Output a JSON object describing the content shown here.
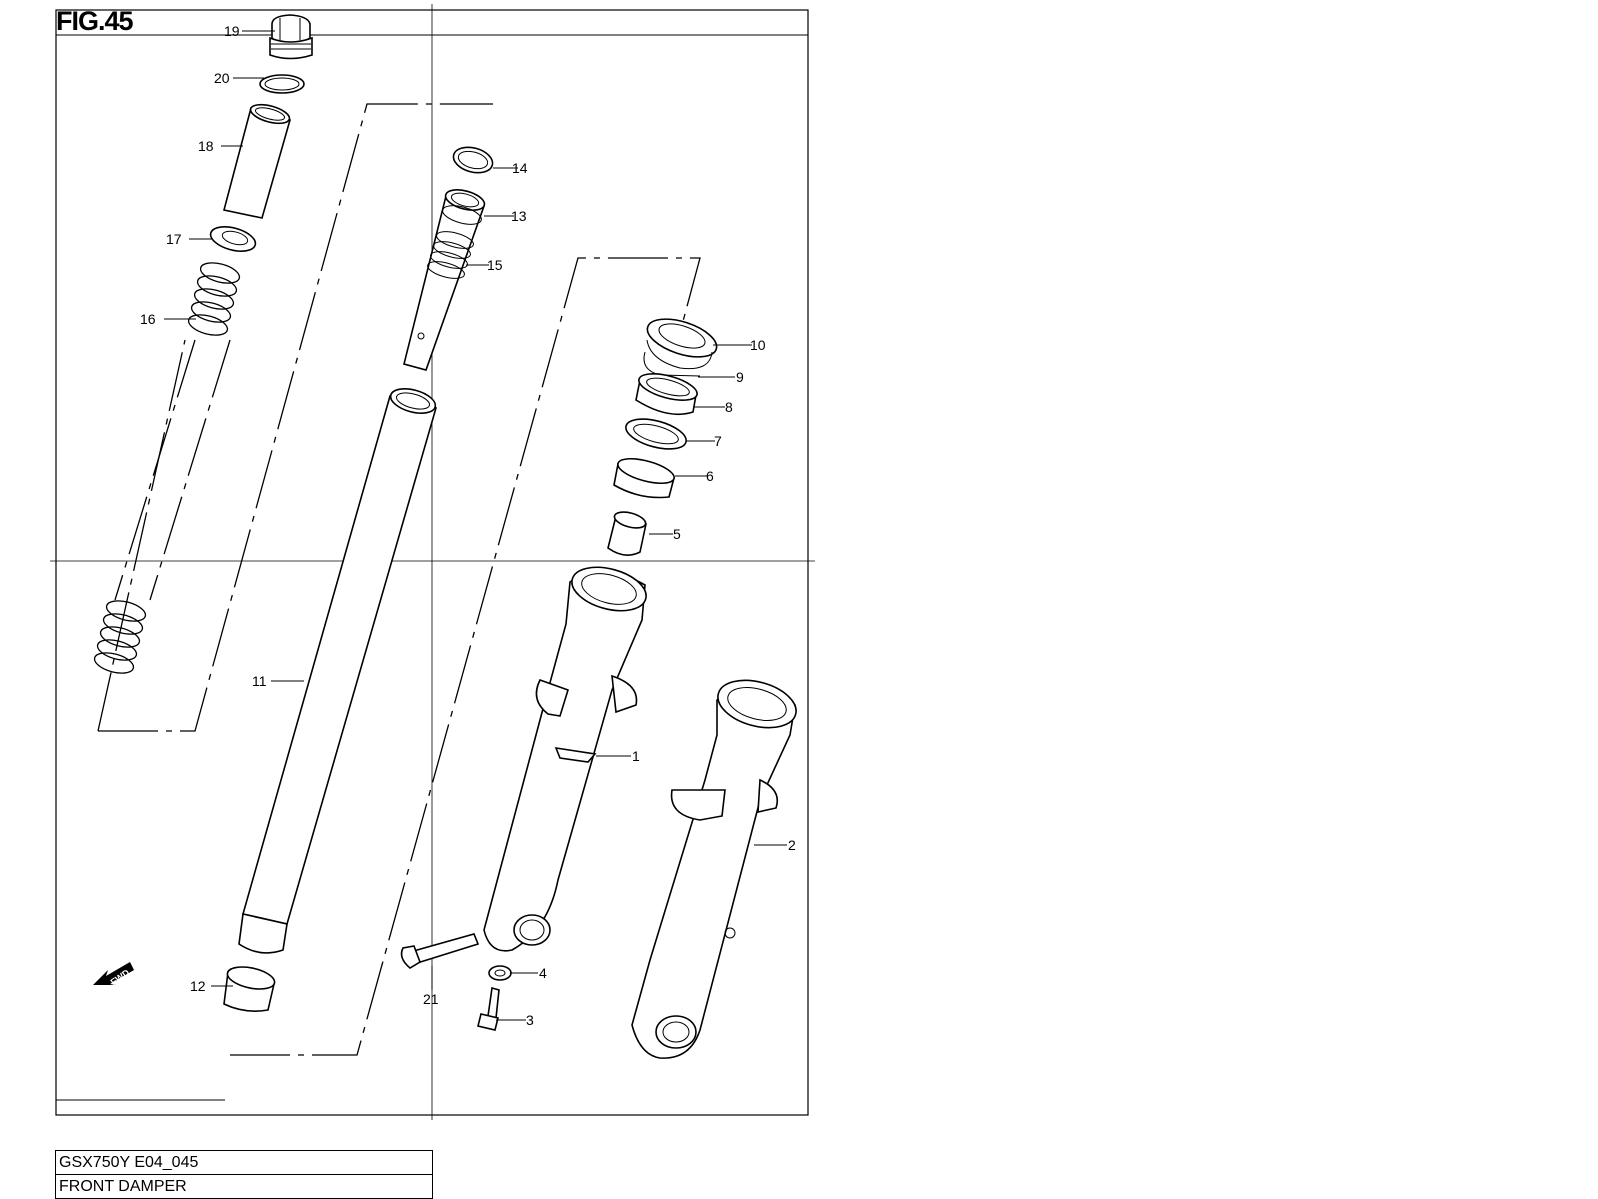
{
  "figure": {
    "title": "FIG.45"
  },
  "callouts": {
    "c1": "1",
    "c2": "2",
    "c3": "3",
    "c4": "4",
    "c5": "5",
    "c6": "6",
    "c7": "7",
    "c8": "8",
    "c9": "9",
    "c10": "10",
    "c11": "11",
    "c12": "12",
    "c13": "13",
    "c14": "14",
    "c15": "15",
    "c16": "16",
    "c17": "17",
    "c18": "18",
    "c19": "19",
    "c20": "20",
    "c21": "21"
  },
  "fwd_label": "FWD",
  "info": {
    "model_code": "GSX750Y E04_045",
    "part_name": "FRONT DAMPER"
  }
}
